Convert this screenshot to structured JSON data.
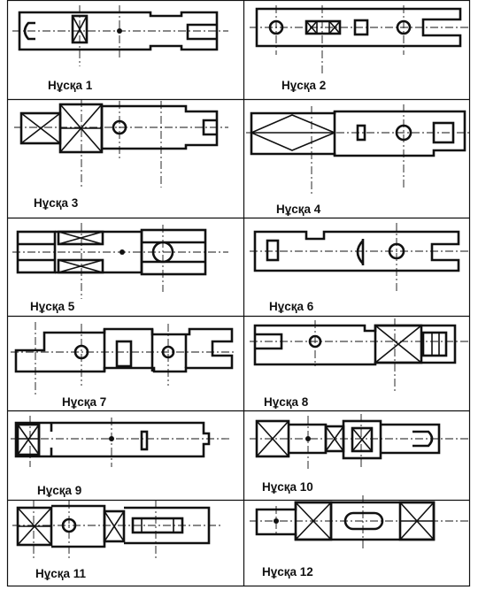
{
  "variants": [
    {
      "label": "Нұсқа 1"
    },
    {
      "label": "Нұсқа 2"
    },
    {
      "label": "Нұсқа 3"
    },
    {
      "label": "Нұсқа 4"
    },
    {
      "label": "Нұсқа 5"
    },
    {
      "label": "Нұсқа 6"
    },
    {
      "label": "Нұсқа 7"
    },
    {
      "label": "Нұсқа 8"
    },
    {
      "label": "Нұсқа 9"
    },
    {
      "label": "Нұсқа 10"
    },
    {
      "label": "Нұсқа 11"
    },
    {
      "label": "Нұсқа 12"
    }
  ]
}
